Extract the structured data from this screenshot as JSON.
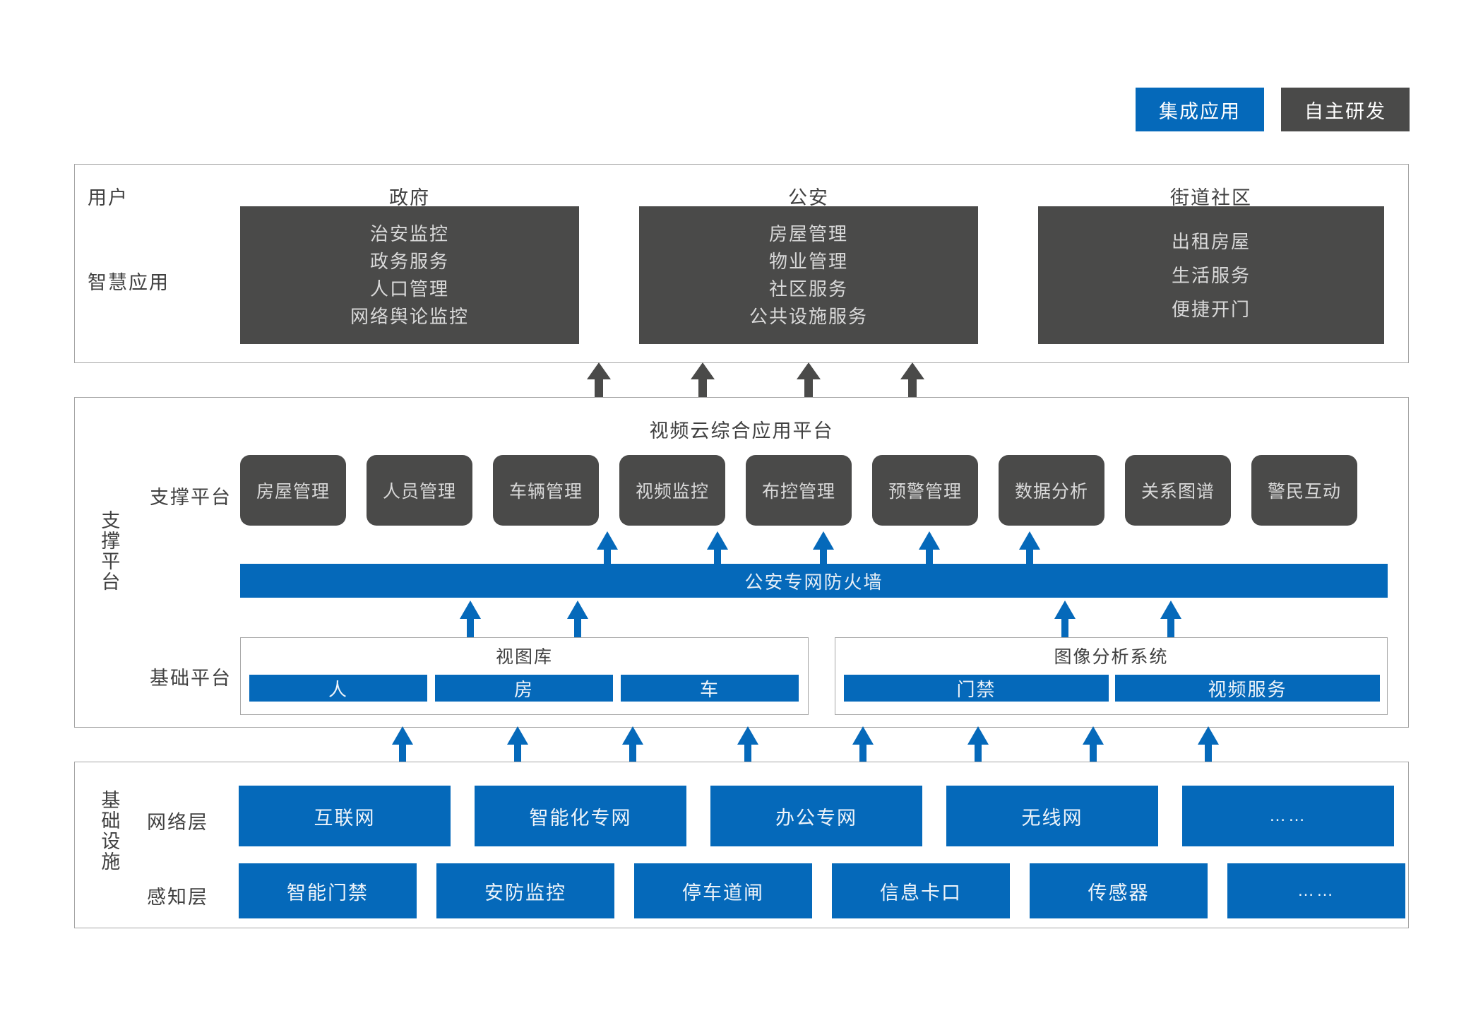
{
  "legend": {
    "items": [
      {
        "label": "集成应用",
        "color": "#0569ba",
        "kind": "integrated-application"
      },
      {
        "label": "自主研发",
        "color": "#4a4a49",
        "kind": "self-developed"
      }
    ]
  },
  "colors": {
    "blue": "#0569ba",
    "dark": "#4a4a49",
    "panel_border": "#a6a6a6",
    "text": "#404040"
  },
  "application_layer": {
    "row_labels": [
      "用户",
      "智慧应用"
    ],
    "groups": [
      {
        "title": "政府",
        "items": [
          "治安监控",
          "政务服务",
          "人口管理",
          "网络舆论监控"
        ]
      },
      {
        "title": "公安",
        "items": [
          "房屋管理",
          "物业管理",
          "社区服务",
          "公共设施服务"
        ]
      },
      {
        "title": "街道社区",
        "items": [
          "出租房屋",
          "生活服务",
          "便捷开门"
        ]
      }
    ]
  },
  "platform_layer": {
    "side_label": "支撑平台",
    "title": "视频云综合应用平台",
    "support_row_label": "支撑平台",
    "support_items": [
      "房屋管理",
      "人员管理",
      "车辆管理",
      "视频监控",
      "布控管理",
      "预警管理",
      "数据分析",
      "关系图谱",
      "警民互动"
    ],
    "firewall": "公安专网防火墙",
    "base_row_label": "基础平台",
    "base_groups": [
      {
        "title": "视图库",
        "items": [
          "人",
          "房",
          "车"
        ]
      },
      {
        "title": "图像分析系统",
        "items": [
          "门禁",
          "视频服务"
        ]
      }
    ]
  },
  "infrastructure_layer": {
    "side_label": "基础设施",
    "rows": [
      {
        "label": "网络层",
        "items": [
          "互联网",
          "智能化专网",
          "办公专网",
          "无线网",
          "……"
        ]
      },
      {
        "label": "感知层",
        "items": [
          "智能门禁",
          "安防监控",
          "停车道闸",
          "信息卡口",
          "传感器",
          "……"
        ]
      }
    ]
  }
}
